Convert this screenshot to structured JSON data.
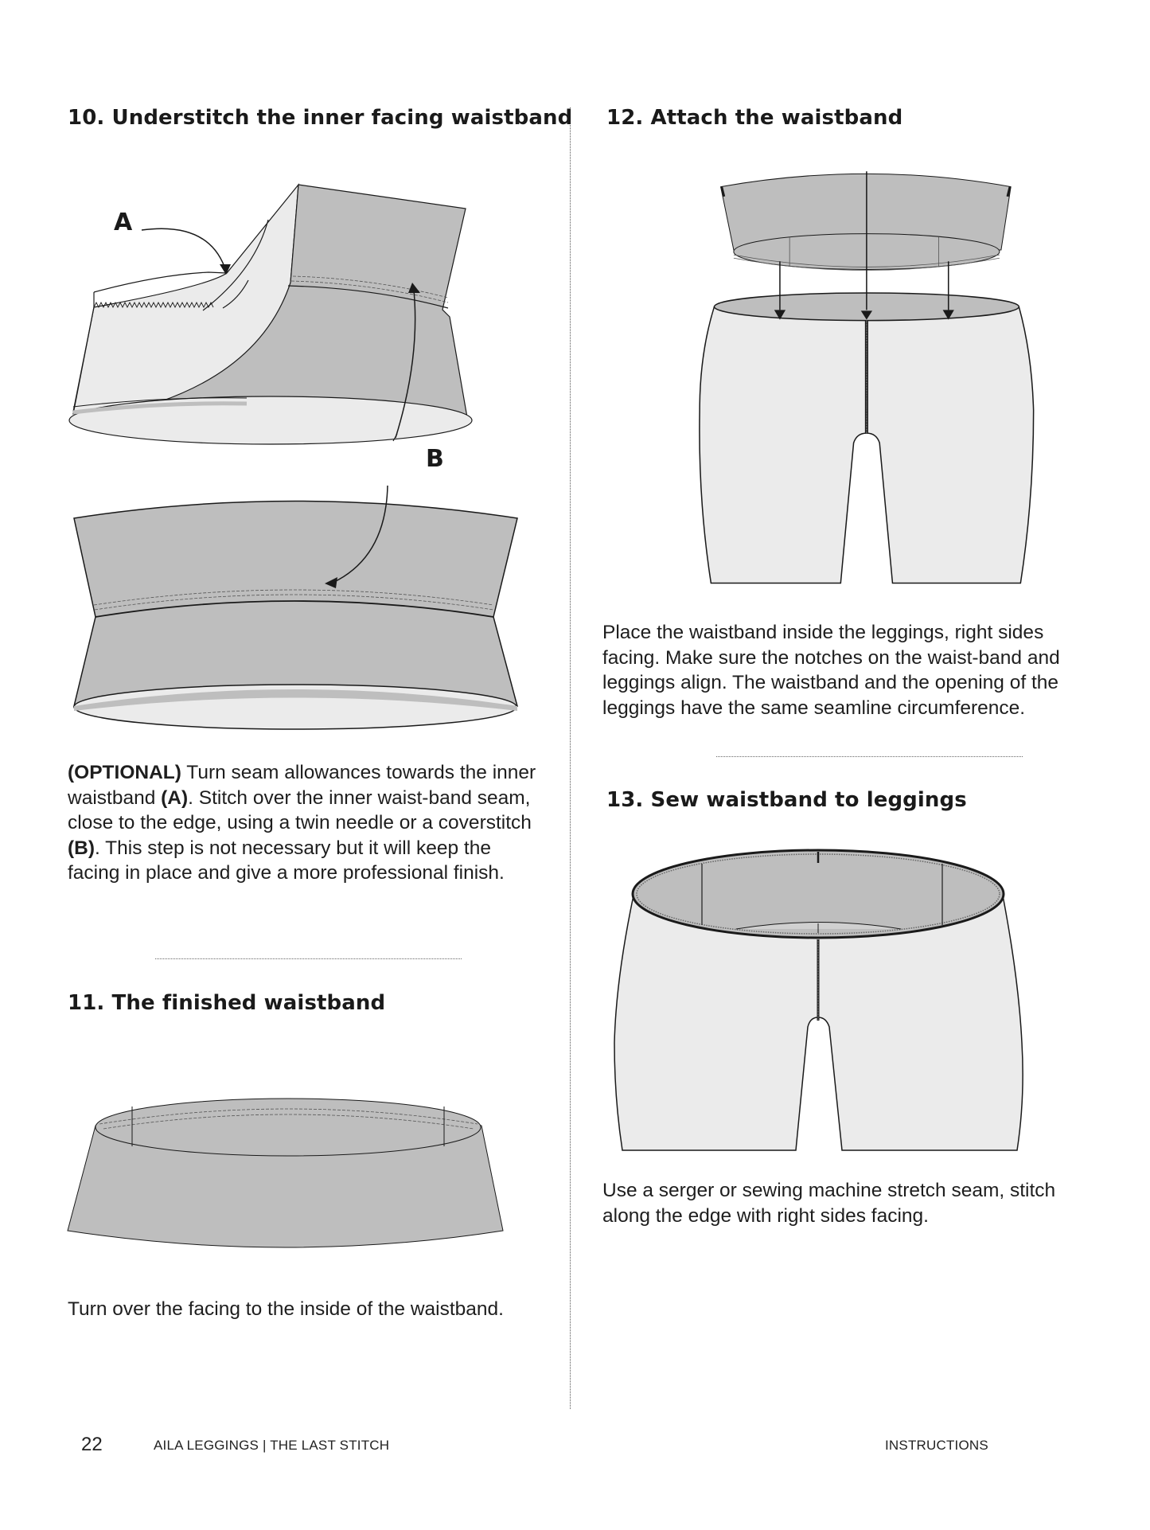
{
  "page": {
    "colors": {
      "fabric_dark": "#bebebe",
      "fabric_light": "#ebebeb",
      "line": "#1a1a1a",
      "text": "#1e1e1e"
    }
  },
  "left_column": {
    "step10": {
      "heading": "10. Understitch the inner facing waistband",
      "labels": {
        "a": "A",
        "b": "B"
      },
      "paragraph": {
        "optional_tag": "(OPTIONAL)",
        "part1": " Turn seam allowances towards the inner waistband ",
        "ref_a": "(A)",
        "part2": ". Stitch over the inner waist-band seam, close to the edge, using a twin needle or a coverstitch ",
        "ref_b": "(B)",
        "part3": ". This step is not necessary but it will keep the facing in place and give a more professional finish."
      }
    },
    "step11": {
      "heading": "11. The finished waistband",
      "paragraph": "Turn over the facing to the inside of the waistband."
    }
  },
  "right_column": {
    "step12": {
      "heading": "12. Attach the waistband",
      "paragraph": "Place the waistband inside the leggings, right sides facing. Make sure the notches on the waist-band and leggings align. The waistband and the opening of the leggings have the same seamline circumference."
    },
    "step13": {
      "heading": "13. Sew waistband to leggings",
      "paragraph": "Use a serger or sewing machine stretch seam, stitch along the edge with right sides facing."
    }
  },
  "footer": {
    "page_number": "22",
    "title": "AILA LEGGINGS | THE LAST STITCH",
    "section": "INSTRUCTIONS"
  }
}
